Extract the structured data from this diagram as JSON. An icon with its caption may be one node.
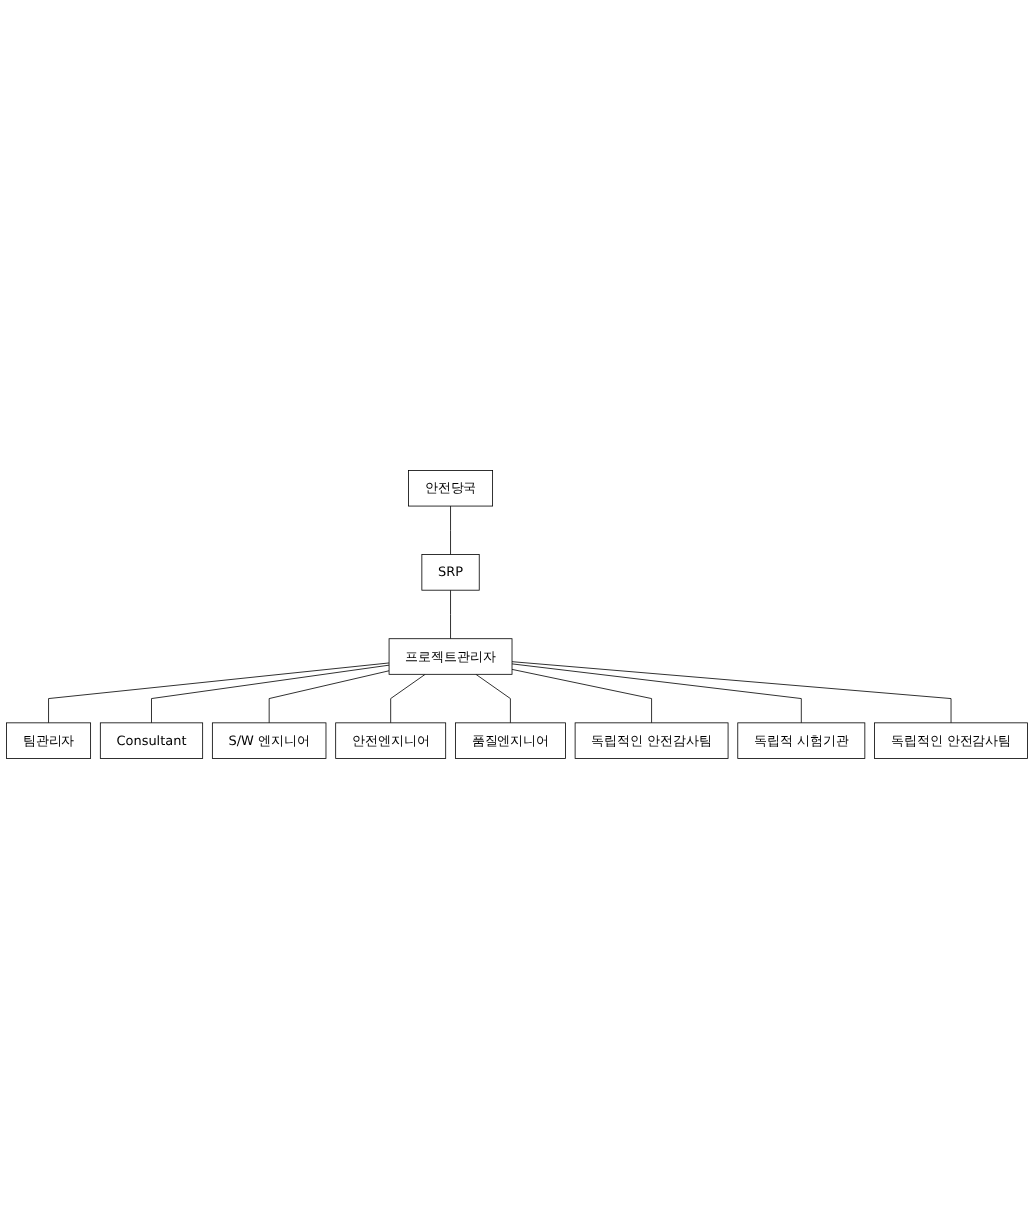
{
  "diagram": {
    "nodes": [
      {
        "text": [
          "안전당국"
        ]
      },
      {
        "text": [
          "SRP"
        ]
      },
      {
        "text": [
          "프로젝트관리자"
        ]
      },
      {
        "text": [
          "팀관리자"
        ]
      },
      {
        "text": [
          "Consultant"
        ]
      },
      {
        "text": [
          "S/W 엔지니어"
        ]
      },
      {
        "text": [
          "안전엔지니어"
        ]
      },
      {
        "text": [
          "품질엔지니어"
        ]
      },
      {
        "text": [
          "독립적인 안전감사팀"
        ]
      },
      {
        "text": [
          "독립적 시험기관"
        ]
      },
      {
        "text": [
          "독립적인 안전감사팀"
        ]
      }
    ],
    "edges": [
      {
        "from": 0,
        "to": 1,
        "arrow": "none"
      },
      {
        "from": 1,
        "to": 2,
        "arrow": "none"
      },
      {
        "from": 2,
        "to": 3,
        "arrow": "none"
      },
      {
        "from": 2,
        "to": 4,
        "arrow": "none"
      },
      {
        "from": 2,
        "to": 5,
        "arrow": "none"
      },
      {
        "from": 2,
        "to": 6,
        "arrow": "none"
      },
      {
        "from": 2,
        "to": 7,
        "arrow": "none"
      },
      {
        "from": 2,
        "to": 8,
        "arrow": "none"
      },
      {
        "from": 2,
        "to": 9,
        "arrow": "none"
      },
      {
        "from": 2,
        "to": 10,
        "arrow": "none"
      }
    ]
  }
}
